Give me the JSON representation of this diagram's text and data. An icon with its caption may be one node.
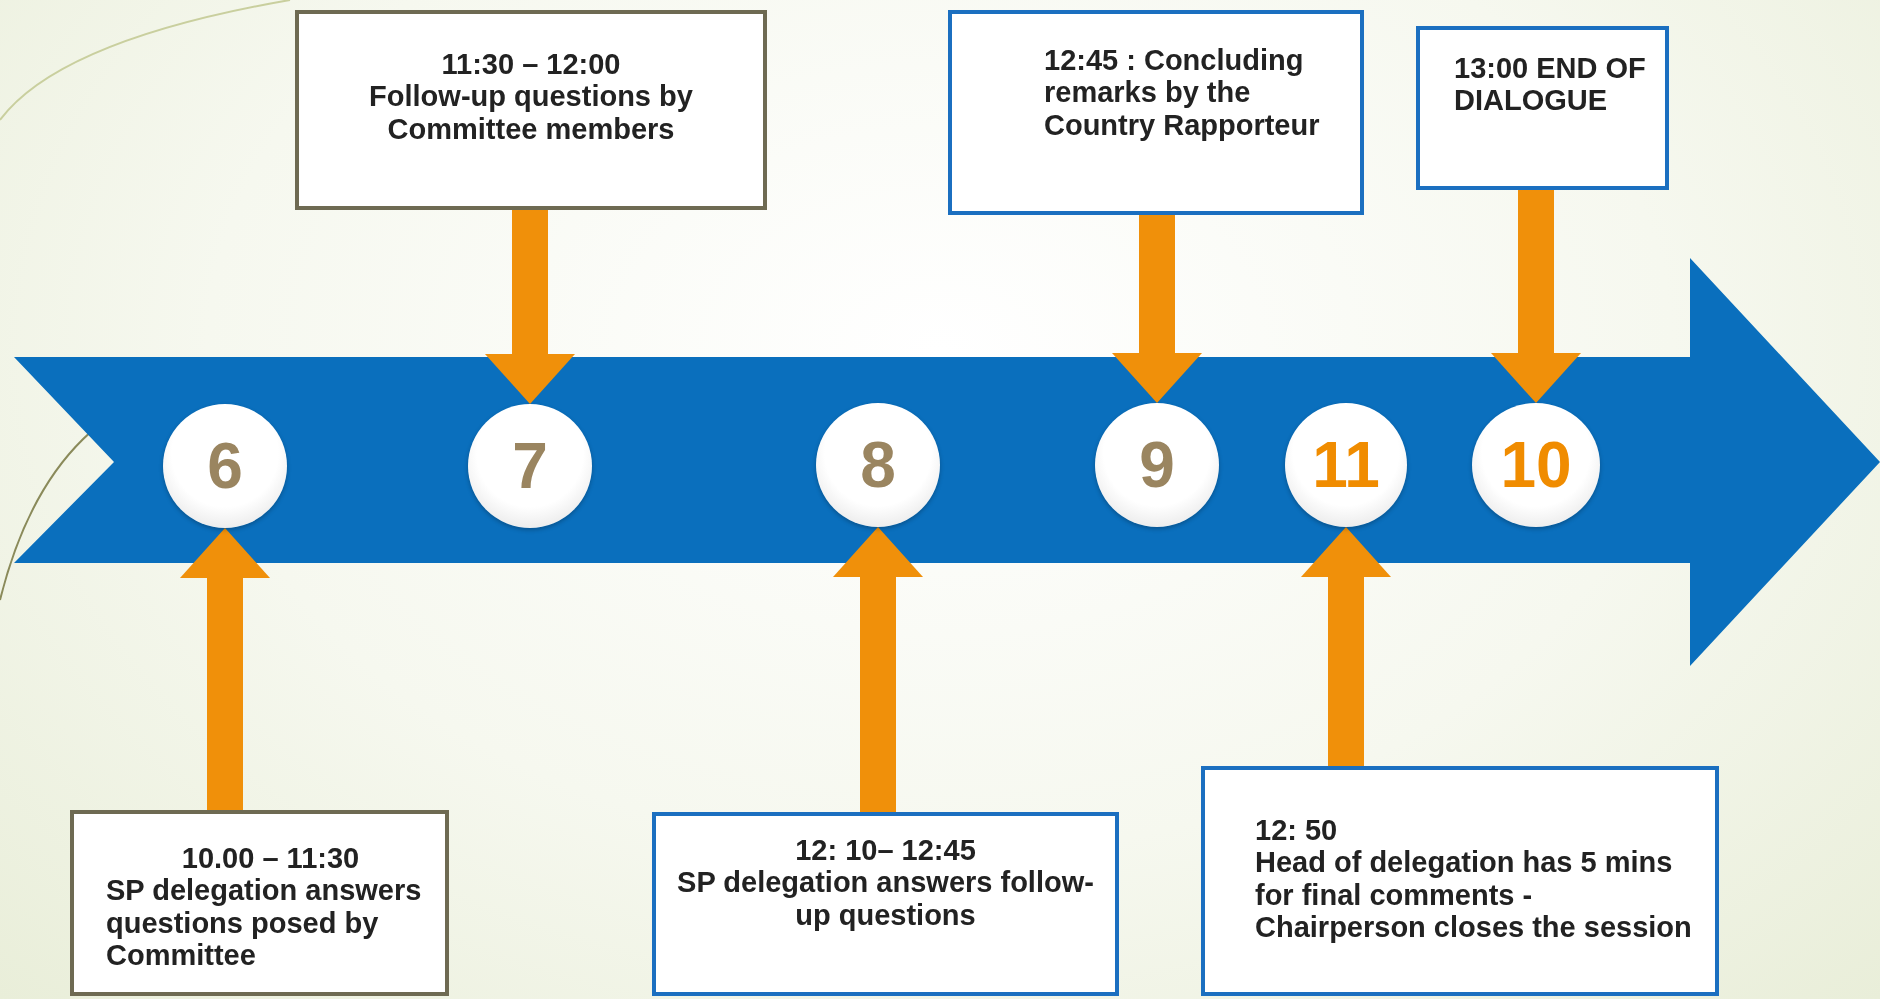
{
  "diagram": {
    "nodes": [
      {
        "text": [
          "11:30 – 12:00",
          "Follow-up questions by Committee members"
        ]
      },
      {
        "text": [
          "12:45 : Concluding remarks by the Country Rapporteur"
        ]
      },
      {
        "text": [
          "13:00 END OF DIALOGUE"
        ]
      },
      {
        "text": [
          "6"
        ]
      },
      {
        "text": [
          "7"
        ]
      },
      {
        "text": [
          "8"
        ]
      },
      {
        "text": [
          "9"
        ]
      },
      {
        "text": [
          "11"
        ]
      },
      {
        "text": [
          "10"
        ]
      },
      {
        "text": [
          "10.00 – 11:30",
          "SP delegation answers questions posed by Committee"
        ]
      },
      {
        "text": [
          "12: 10– 12:45",
          "SP delegation answers follow-up questions"
        ]
      },
      {
        "text": [
          "12: 50",
          "Head of delegation  has 5 mins for final comments - Chairperson closes the session"
        ]
      }
    ],
    "edges": [
      {
        "from": 0,
        "to": 4,
        "arrow": "to"
      },
      {
        "from": 1,
        "to": 6,
        "arrow": "to"
      },
      {
        "from": 2,
        "to": 8,
        "arrow": "to"
      },
      {
        "from": 9,
        "to": 3,
        "arrow": "to"
      },
      {
        "from": 10,
        "to": 5,
        "arrow": "to"
      },
      {
        "from": 11,
        "to": 7,
        "arrow": "to"
      }
    ]
  }
}
